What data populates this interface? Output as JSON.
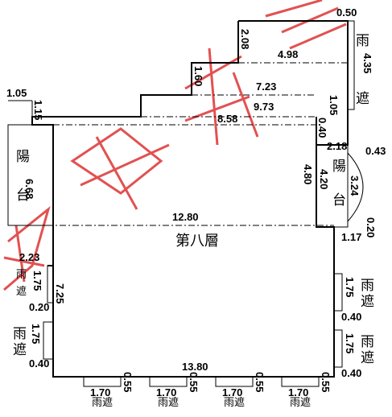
{
  "floor": {
    "title": "第八層"
  },
  "labels": {
    "balcony": "陽台",
    "awning": "雨遮"
  },
  "dimensions": {
    "top_awning_w": "0.50",
    "top_awning_h": "4.35",
    "step1_h": "2.08",
    "step1_w": "4.98",
    "step2_h": "1.60",
    "step2_w": "7.23",
    "step3_w": "9.73",
    "step3_right": "1.05",
    "step4_w": "8.58",
    "left_bal_w": "1.05",
    "left_bal_h": "1.15",
    "left_bal_depth": "6.68",
    "right_gap": "0.40",
    "right_bal_w": "2.18",
    "right_bal_h1": "4.80",
    "right_bal_h2": "4.20",
    "right_bal_arc": "0.43",
    "right_bal_h3": "3.24",
    "right_bal_bottom": "0.20",
    "mid_width": "12.80",
    "right_step": "1.17",
    "left_step": "2.23",
    "left_aw1": "1.75",
    "left_gap": "0.20",
    "left_wall": "7.25",
    "left_aw2": "1.75",
    "left_aw2_w": "0.40",
    "right_aw1": "1.75",
    "right_aw1_w": "0.40",
    "right_aw2": "1.75",
    "right_aw2_w": "0.40",
    "bottom_width": "13.80",
    "bottom_aw_w": "1.70",
    "bottom_aw_d": "0.55"
  },
  "colors": {
    "lines": "#000000",
    "watermark": "#dd3333"
  }
}
